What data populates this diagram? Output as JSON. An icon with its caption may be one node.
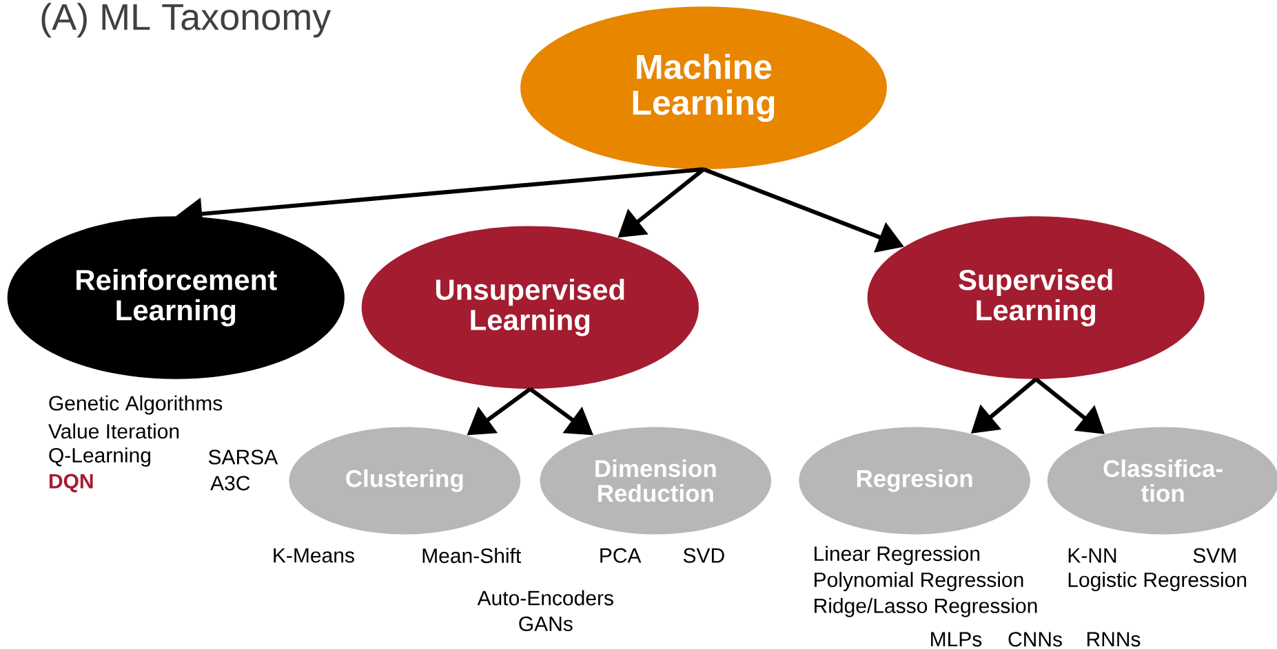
{
  "diagram": {
    "title": "(A) ML Taxonomy",
    "nodes": [
      {
        "text": [
          "Machine Learning"
        ]
      },
      {
        "text": [
          "Reinforcement Learning"
        ]
      },
      {
        "text": [
          "Unsupervised Learning"
        ]
      },
      {
        "text": [
          "Supervised Learning"
        ]
      },
      {
        "text": [
          "Clustering"
        ]
      },
      {
        "text": [
          "Dimension Reduction"
        ]
      },
      {
        "text": [
          "Regresion"
        ]
      },
      {
        "text": [
          "Classifica- tion"
        ]
      }
    ],
    "edges": [
      {
        "from": 0,
        "to": 1,
        "arrow": "to"
      },
      {
        "from": 0,
        "to": 2,
        "arrow": "to"
      },
      {
        "from": 0,
        "to": 3,
        "arrow": "to"
      },
      {
        "from": 2,
        "to": 4,
        "arrow": "to"
      },
      {
        "from": 2,
        "to": 5,
        "arrow": "to"
      },
      {
        "from": 3,
        "to": 6,
        "arrow": "to"
      },
      {
        "from": 3,
        "to": 7,
        "arrow": "to"
      }
    ],
    "labels": [
      "Genetic Algorithms",
      "Value Iteration",
      "Q-Learning",
      "SARSA",
      "DQN",
      "A3C",
      "K-Means",
      "Mean-Shift",
      "PCA",
      "SVD",
      "Auto-Encoders",
      "GANs",
      "Linear Regression",
      "K-NN",
      "SVM",
      "Polynomial Regression",
      "Logistic Regression",
      "Ridge/Lasso Regression",
      "MLPs",
      "CNNs",
      "RNNs"
    ]
  }
}
